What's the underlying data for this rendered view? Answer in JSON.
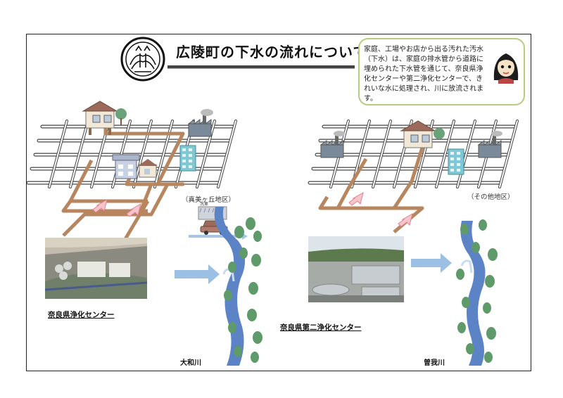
{
  "title": "広陵町の下水の流れについて",
  "bubble_text": "家庭、工場やお店から出る汚れた汚水（下水）は、家庭の排水管から道路に埋められた下水管を通じて、奈良県浄化センターや第二浄化センターで、きれいな水に処理され、川に放流されます。",
  "left_area_label": "（真美ヶ丘地区）",
  "right_area_label": "（その他地区）",
  "left_plant_label": "奈良県浄化センター",
  "right_plant_label": "奈良県第二浄化センター",
  "left_river_label": "大和川",
  "right_river_label": "曽我川",
  "car_tag": "洗車",
  "colors": {
    "pipe": "#b8865e",
    "arrow": "#9cc0e4",
    "river": "#5b83c6",
    "tree": "#5f9a6a",
    "bubble_border": "#b7cc7e"
  }
}
